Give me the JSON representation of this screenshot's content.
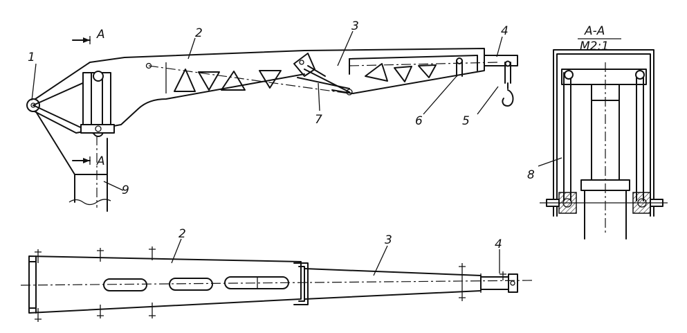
{
  "section_title": "A-A",
  "section_scale": "M2:1",
  "section_mark_top": "A",
  "section_mark_bottom": "A",
  "side_view_labels": {
    "n1": "1",
    "n2": "2",
    "n3": "3",
    "n4": "4",
    "n5": "5",
    "n6": "6",
    "n7": "7",
    "n9": "9"
  },
  "section_labels": {
    "n8": "8"
  },
  "plan_view_labels": {
    "n2": "2",
    "n3": "3",
    "n4": "4"
  }
}
